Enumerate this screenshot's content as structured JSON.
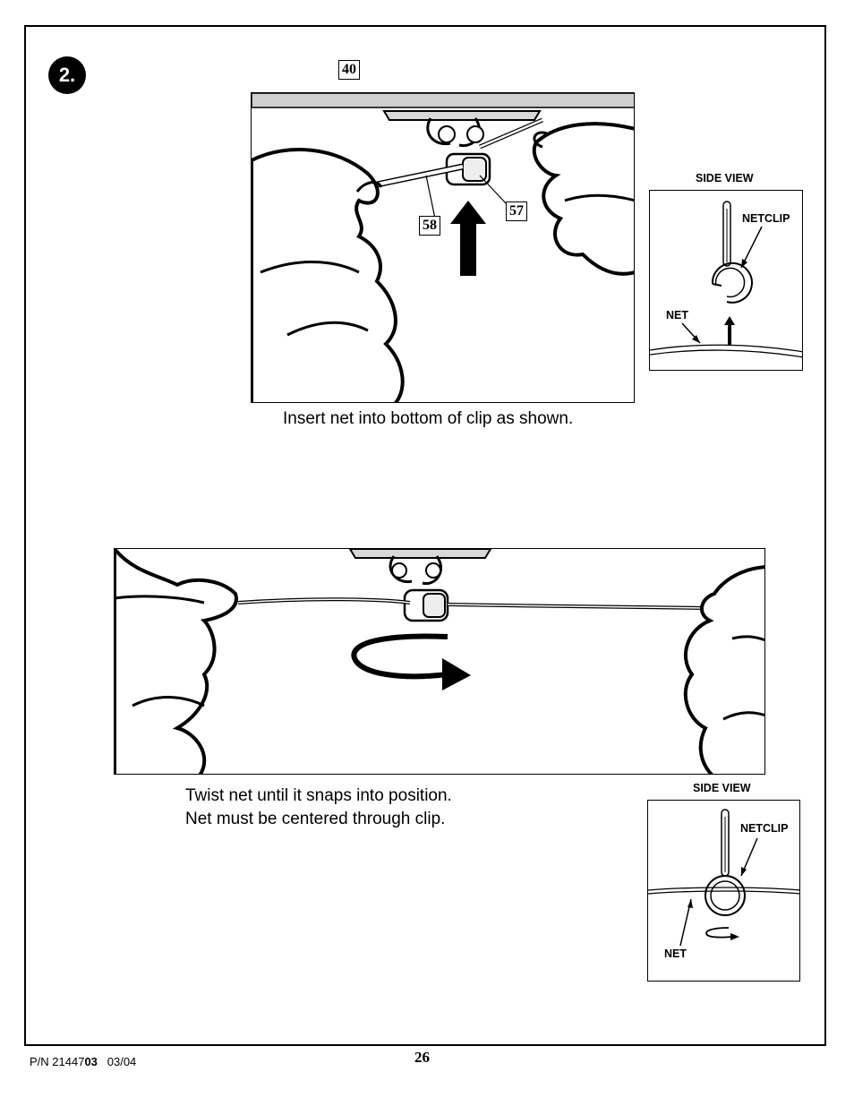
{
  "step": {
    "number": "2."
  },
  "figure1": {
    "callouts": {
      "top": "40",
      "left": "58",
      "right": "57"
    },
    "caption": "Insert net into bottom of clip as shown."
  },
  "side_view1": {
    "title": "SIDE VIEW",
    "netclip_label": "NETCLIP",
    "net_label": "NET"
  },
  "figure2": {
    "caption_line1": "Twist net until it snaps into position.",
    "caption_line2": "Net must be centered through clip."
  },
  "side_view2": {
    "title": "SIDE VIEW",
    "netclip_label": "NETCLIP",
    "net_label": "NET"
  },
  "footer": {
    "part_prefix": "P/N 21447",
    "part_bold": "03",
    "date": "03/04",
    "page_number": "26"
  }
}
